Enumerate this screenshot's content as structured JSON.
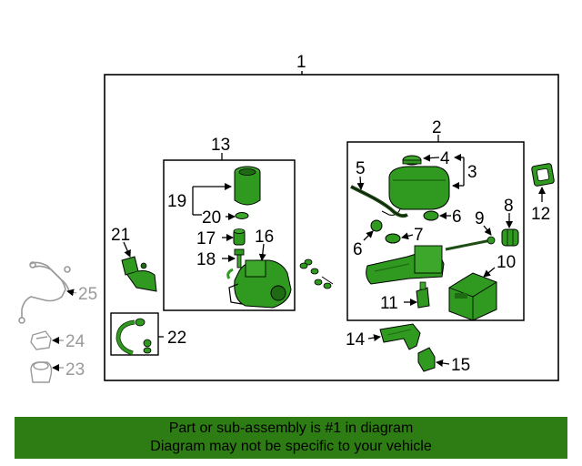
{
  "callouts": {
    "c1": "1",
    "c2": "2",
    "c3": "3",
    "c4": "4",
    "c5": "5",
    "c6a": "6",
    "c6b": "6",
    "c7": "7",
    "c8": "8",
    "c9": "9",
    "c10": "10",
    "c11": "11",
    "c12": "12",
    "c13": "13",
    "c14": "14",
    "c15": "15",
    "c16": "16",
    "c17": "17",
    "c18": "18",
    "c19": "19",
    "c20": "20",
    "c21": "21",
    "c22": "22",
    "c23": "23",
    "c24": "24",
    "c25": "25"
  },
  "banner": {
    "line1": "Part or sub-assembly is #1 in diagram",
    "line2": "Diagram may not be specific to your vehicle"
  },
  "colors": {
    "part_green": "#2f9a1f",
    "part_dark": "#0d3d08",
    "banner_green": "#2e7d14",
    "outline": "#000000",
    "gray_parts": "#9a9a9a"
  }
}
